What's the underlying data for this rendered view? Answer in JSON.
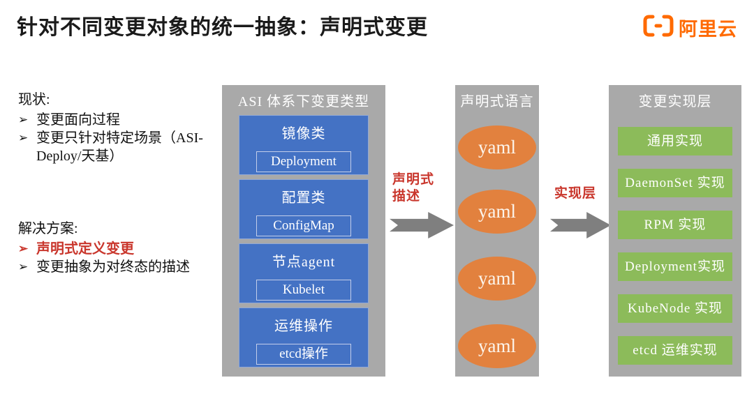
{
  "title": "针对不同变更对象的统一抽象：声明式变更",
  "logo": {
    "name": "阿里云"
  },
  "bullet_glyph": "➢",
  "notes": {
    "sections": [
      {
        "heading": "现状:",
        "items": [
          {
            "text": "变更面向过程"
          },
          {
            "text": "变更只针对特定场景（ASI-Deploy/天基）"
          }
        ]
      },
      {
        "heading": "解决方案:",
        "items": [
          {
            "text": "声明式定义变更"
          },
          {
            "text": "变更抽象为对终态的描述"
          }
        ]
      }
    ]
  },
  "columns": {
    "change_types": {
      "header": "ASI 体系下变更类型",
      "boxes": [
        {
          "label": "镜像类",
          "sub": "Deployment"
        },
        {
          "label": "配置类",
          "sub": "ConfigMap"
        },
        {
          "label": "节点agent",
          "sub": "Kubelet"
        },
        {
          "label": "运维操作",
          "sub": "etcd操作"
        }
      ]
    },
    "declarative_language": {
      "header": "声明式语言",
      "ellipses": [
        "yaml",
        "yaml",
        "yaml",
        "yaml"
      ]
    },
    "implementation_layer": {
      "header": "变更实现层",
      "boxes": [
        "通用实现",
        "DaemonSet 实现",
        "RPM 实现",
        "Deployment实现",
        "KubeNode 实现",
        "etcd 运维实现"
      ]
    }
  },
  "arrows": [
    {
      "label_lines": [
        "声明式",
        "描述"
      ]
    },
    {
      "label_lines": [
        "实现层"
      ]
    }
  ],
  "colors": {
    "accent_red": "#c9362c",
    "logo_orange": "#ff6a00",
    "panel_gray": "#a9a9a9",
    "box_blue": "#4472c4",
    "box_blue_border": "#c3ceea",
    "ellipse_orange": "#e2813e",
    "box_green": "#8cbb5a",
    "arrow_gray": "#7f7f7f",
    "title_color": "#1a1a1a"
  }
}
